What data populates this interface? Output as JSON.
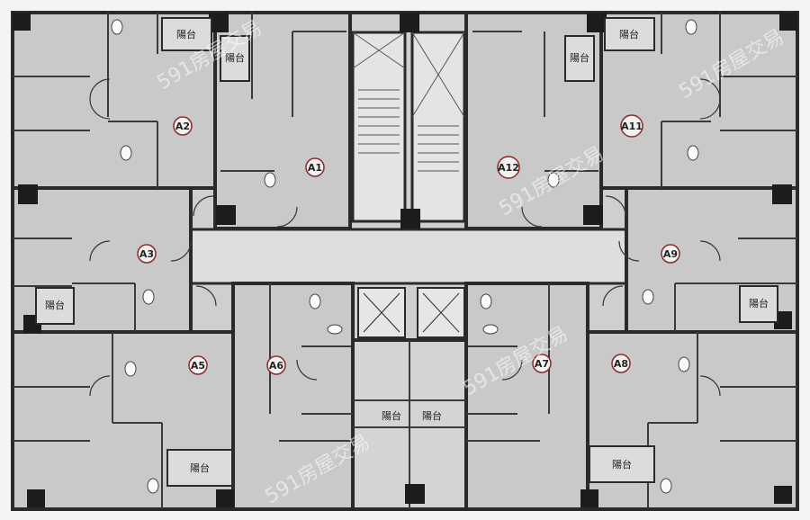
{
  "units": [
    {
      "id": "unit-A1",
      "label": "A1"
    },
    {
      "id": "unit-A2",
      "label": "A2"
    },
    {
      "id": "unit-A3",
      "label": "A3"
    },
    {
      "id": "unit-A5",
      "label": "A5"
    },
    {
      "id": "unit-A6",
      "label": "A6"
    },
    {
      "id": "unit-A7",
      "label": "A7"
    },
    {
      "id": "unit-A8",
      "label": "A8"
    },
    {
      "id": "unit-A9",
      "label": "A9"
    },
    {
      "id": "unit-A11",
      "label": "A11"
    },
    {
      "id": "unit-A12",
      "label": "A12"
    }
  ],
  "balcony_label": "陽台",
  "watermark": "591房屋交易",
  "colors": {
    "room_fill": "#c9c9c9",
    "corridor_fill": "#dedede",
    "wall": "#2a2a2a",
    "unit_marker_fill": "#f2f2f2",
    "unit_marker_stroke": "#8a2a2a",
    "background": "#f4f4f4"
  }
}
